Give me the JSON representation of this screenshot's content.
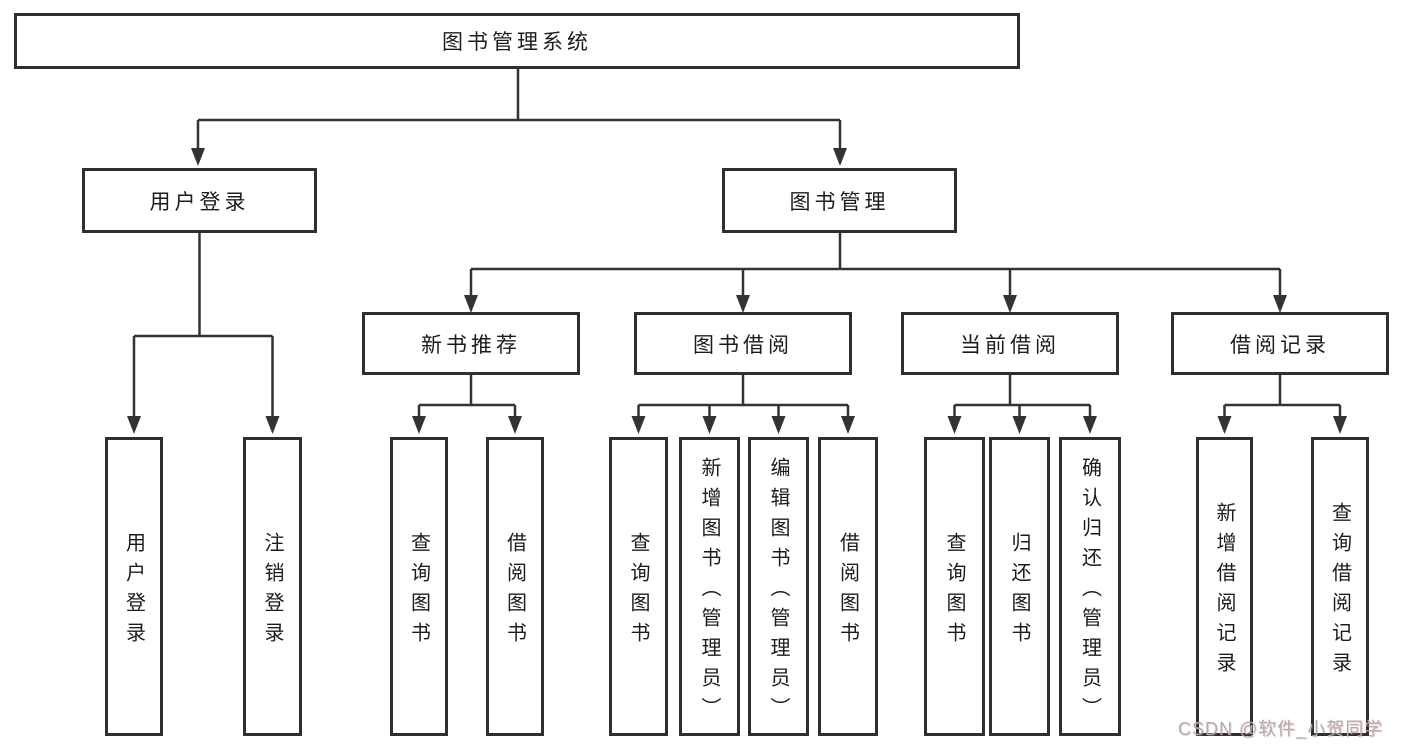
{
  "colors": {
    "line": "#333333",
    "box_border": "#2f2f2f",
    "text": "#1c1c1c",
    "background": "#ffffff",
    "watermark": "#aeaeae"
  },
  "watermark": {
    "text": "CSDN @软件_小贺同学"
  },
  "tree": {
    "root": {
      "label": "图书管理系统",
      "children": [
        {
          "label": "用户登录",
          "children": [
            {
              "label": "用户登录"
            },
            {
              "label": "注销登录"
            }
          ]
        },
        {
          "label": "图书管理",
          "children": [
            {
              "label": "新书推荐",
              "children": [
                {
                  "label": "查询图书"
                },
                {
                  "label": "借阅图书"
                }
              ]
            },
            {
              "label": "图书借阅",
              "children": [
                {
                  "label": "查询图书"
                },
                {
                  "label": "新增图书（管理员）"
                },
                {
                  "label": "编辑图书（管理员）"
                },
                {
                  "label": "借阅图书"
                }
              ]
            },
            {
              "label": "当前借阅",
              "children": [
                {
                  "label": "查询图书"
                },
                {
                  "label": "归还图书"
                },
                {
                  "label": "确认归还（管理员）"
                }
              ]
            },
            {
              "label": "借阅记录",
              "children": [
                {
                  "label": "新增借阅记录"
                },
                {
                  "label": "查询借阅记录"
                }
              ]
            }
          ]
        }
      ]
    }
  }
}
